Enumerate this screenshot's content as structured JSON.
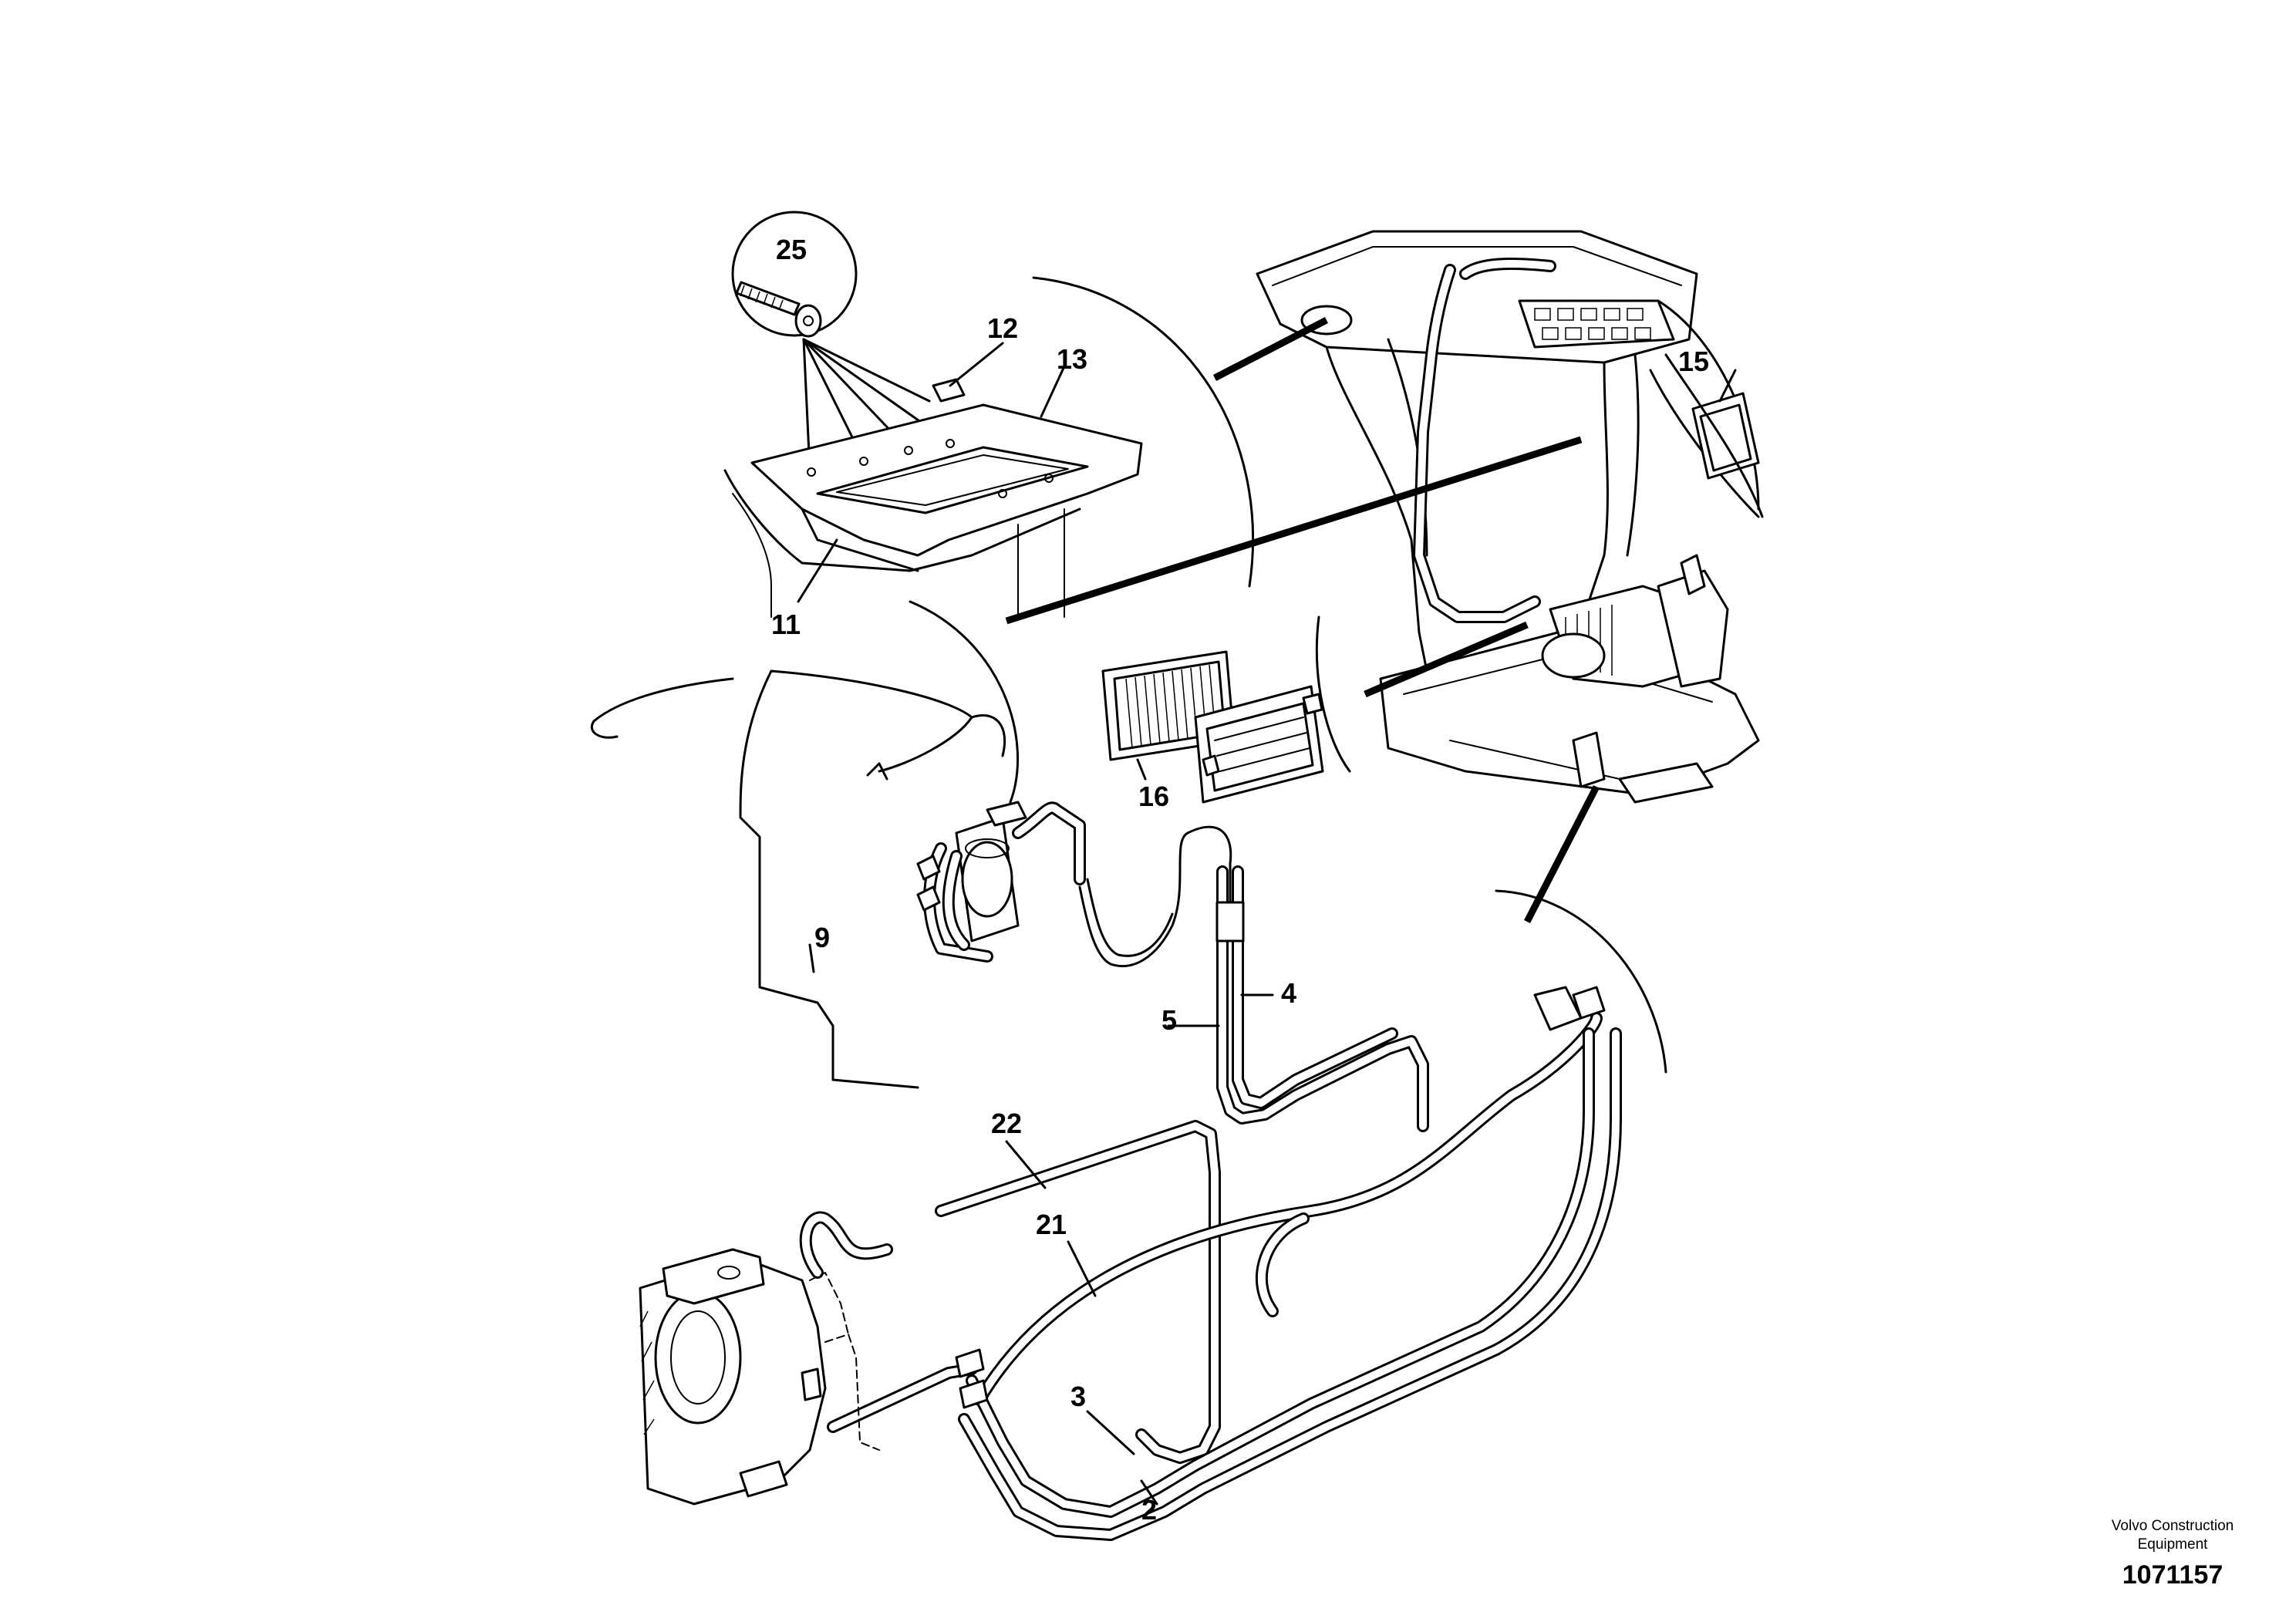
{
  "callouts": {
    "c25": "25",
    "c12": "12",
    "c13": "13",
    "c11": "11",
    "c15": "15",
    "c16": "16",
    "c9": "9",
    "c4": "4",
    "c5": "5",
    "c22": "22",
    "c21": "21",
    "c3": "3",
    "c2": "2"
  },
  "footer": {
    "brand_line1": "Volvo Construction",
    "brand_line2": "Equipment",
    "doc_number": "1071157"
  }
}
